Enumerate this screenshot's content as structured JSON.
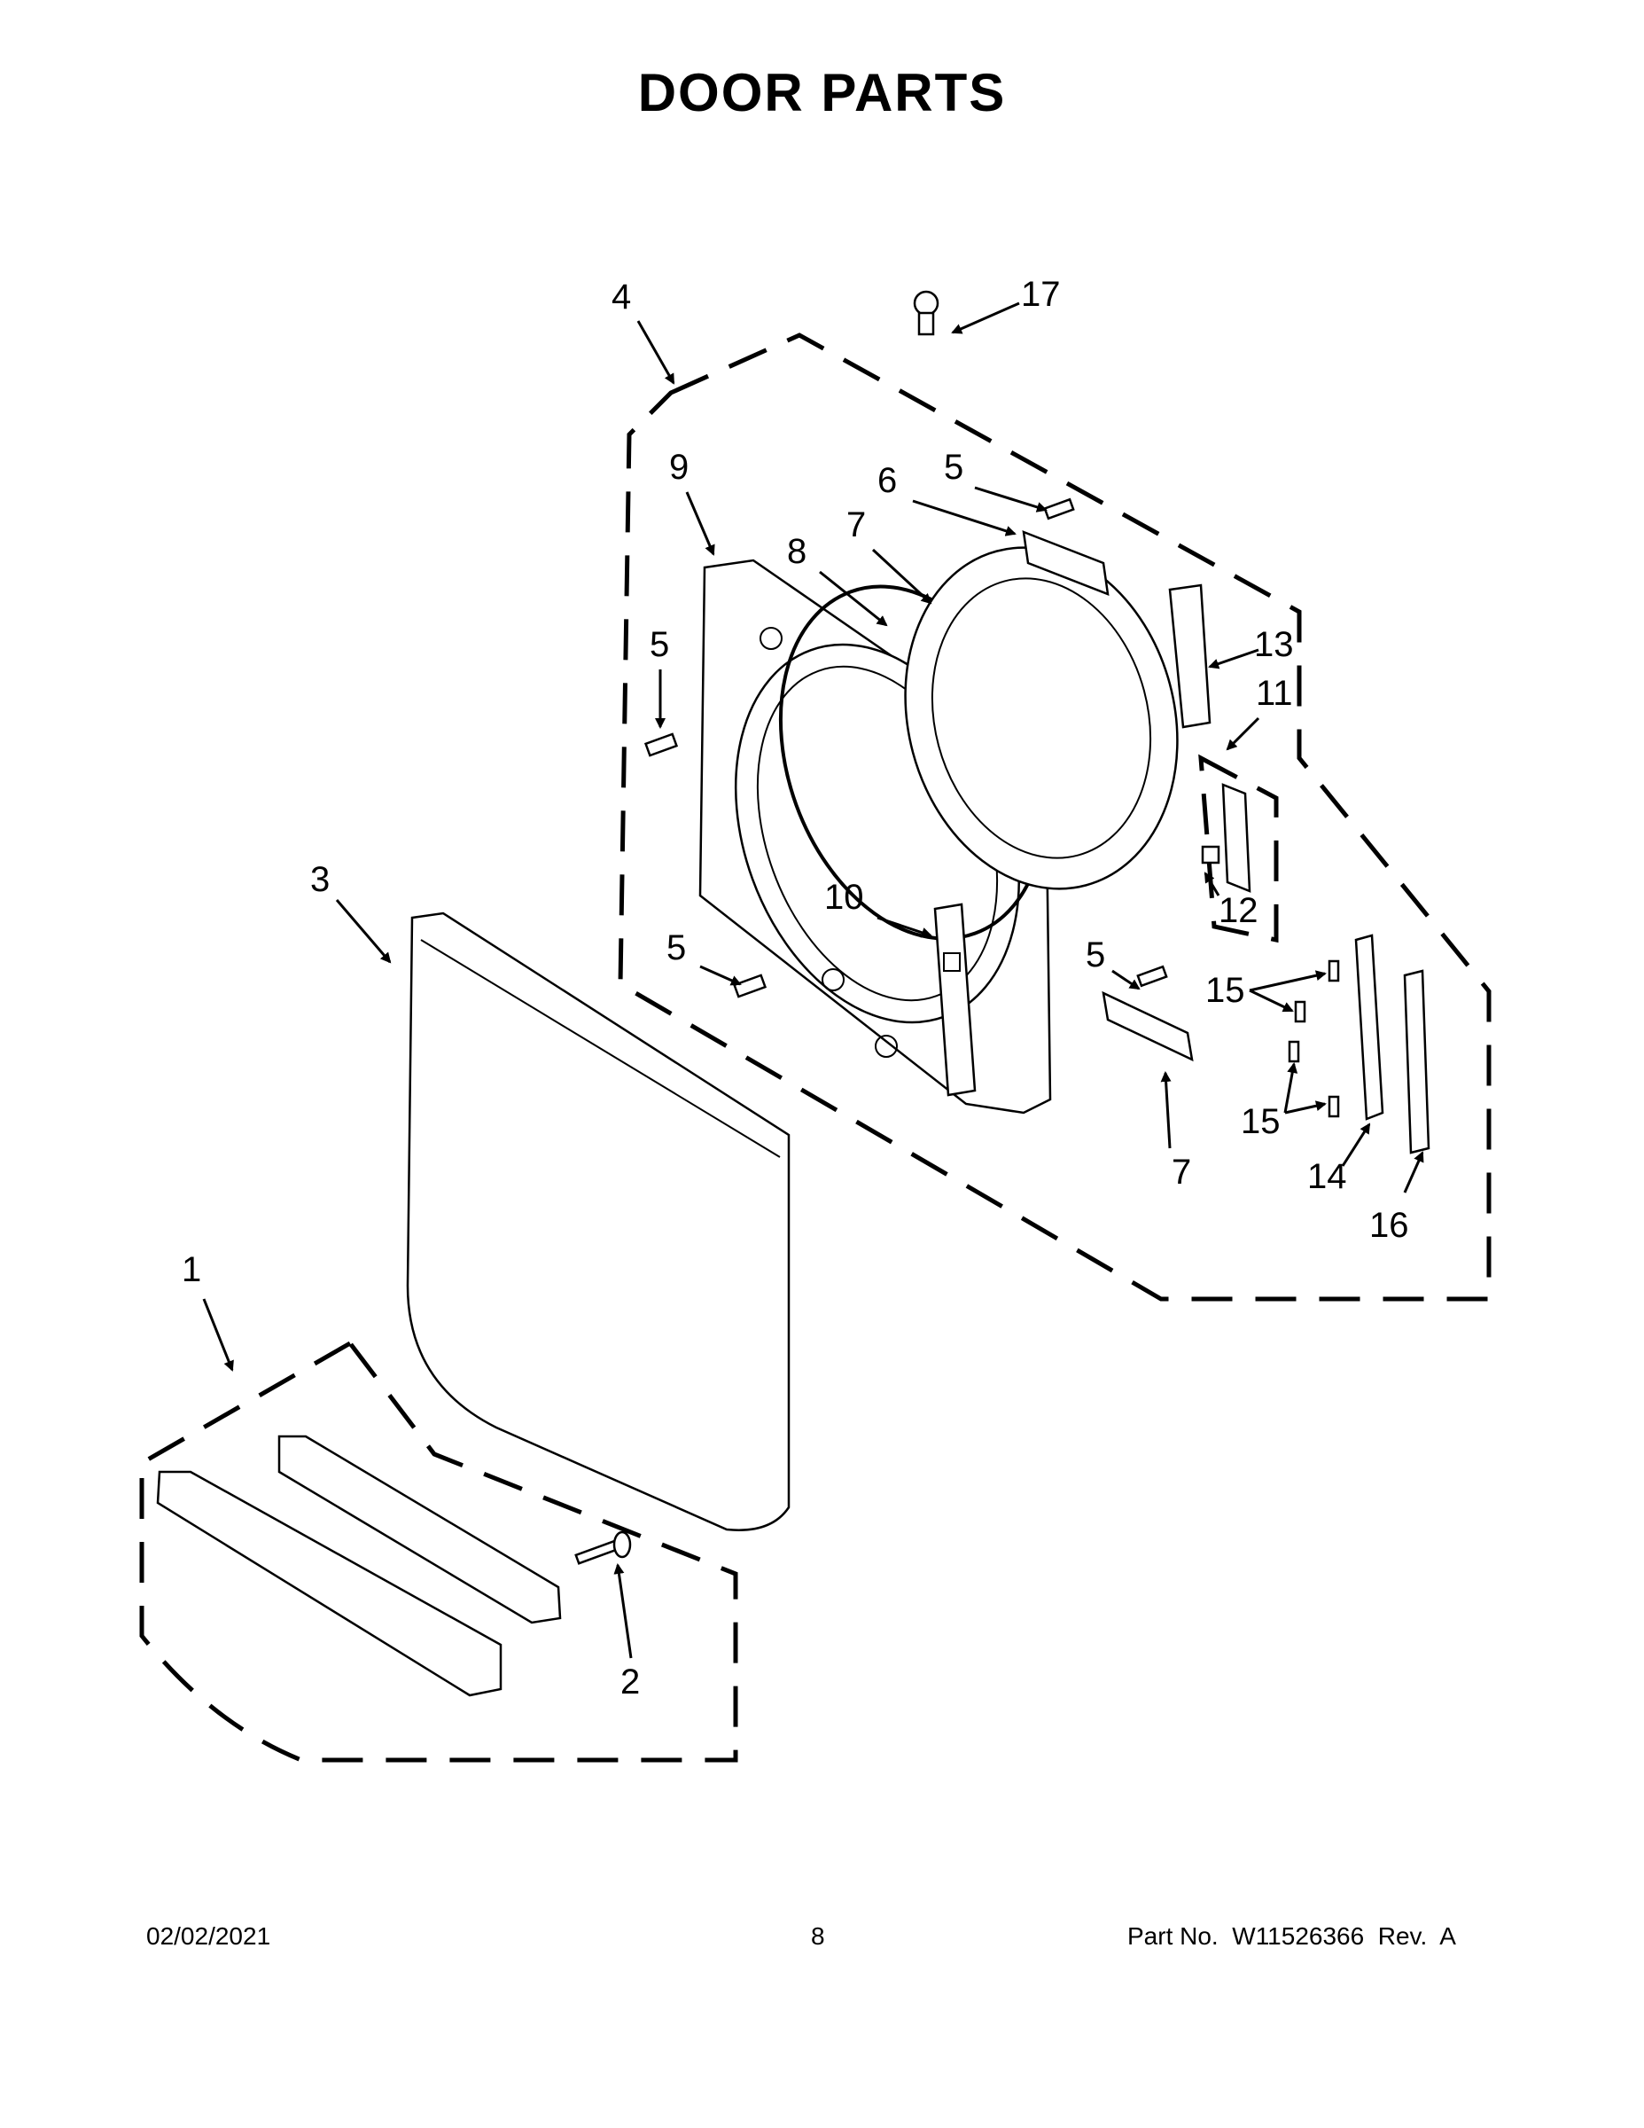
{
  "page": {
    "title": "DOOR PARTS",
    "date": "02/02/2021",
    "page_number": "8",
    "part_number": "Part No.  W11526366  Rev.  A"
  },
  "callouts": [
    "1",
    "2",
    "3",
    "4",
    "5",
    "5",
    "5",
    "5",
    "6",
    "7",
    "7",
    "8",
    "9",
    "10",
    "11",
    "12",
    "13",
    "14",
    "15",
    "15",
    "16",
    "17"
  ]
}
